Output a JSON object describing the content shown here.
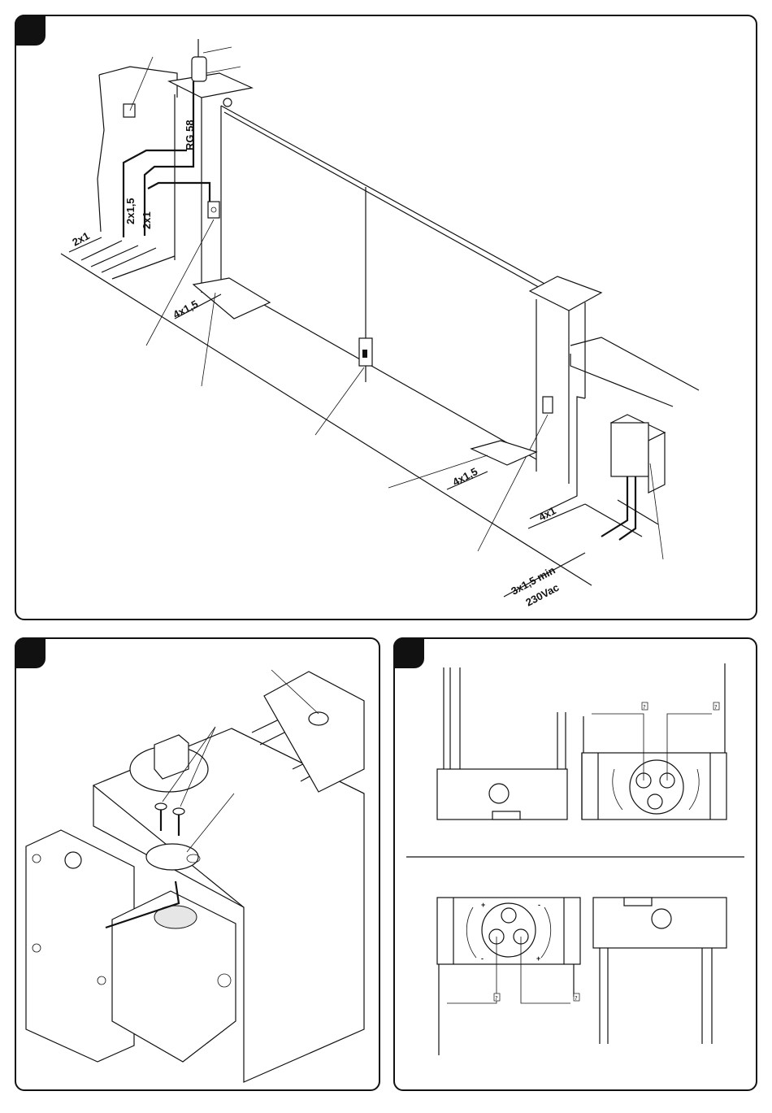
{
  "figure1": {
    "cable_labels": {
      "antenna_cable": "RG 58",
      "cable_2x1_5": "2x1,5",
      "cable_2x1_left": "2x1",
      "cable_2x1_post": "2x1",
      "cable_4x1_5_a": "4x1,5",
      "cable_4x1_5_b": "4x1,5",
      "cable_4x1": "4x1",
      "mains_cable": "3x1,5 min",
      "mains_voltage": "230Vac"
    }
  },
  "figure2": {},
  "figure3": {
    "sign_plus": "+",
    "sign_minus": "-",
    "unknown_glyph": "?"
  },
  "colors": {
    "ink": "#111111",
    "paper": "#ffffff",
    "shade": "#e6e6e6"
  }
}
